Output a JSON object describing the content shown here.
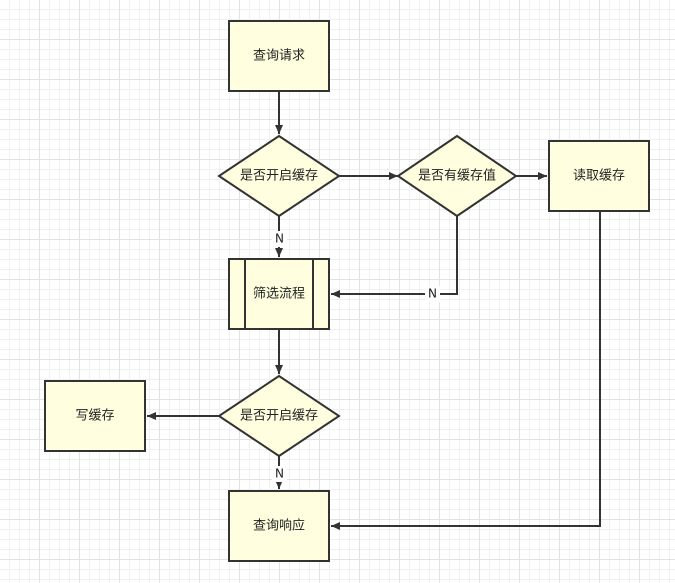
{
  "nodes": {
    "query_request": "查询请求",
    "cache_enabled_1": "是否开启缓存",
    "has_cache_value": "是否有缓存值",
    "read_cache": "读取缓存",
    "filter_process": "筛选流程",
    "cache_enabled_2": "是否开启缓存",
    "write_cache": "写缓存",
    "query_response": "查询响应"
  },
  "edge_labels": {
    "cache_enabled_1_no": "N",
    "has_cache_value_no": "N",
    "cache_enabled_2_no": "N"
  },
  "colors": {
    "node_fill": "#ffffe0",
    "stroke": "#333333"
  }
}
